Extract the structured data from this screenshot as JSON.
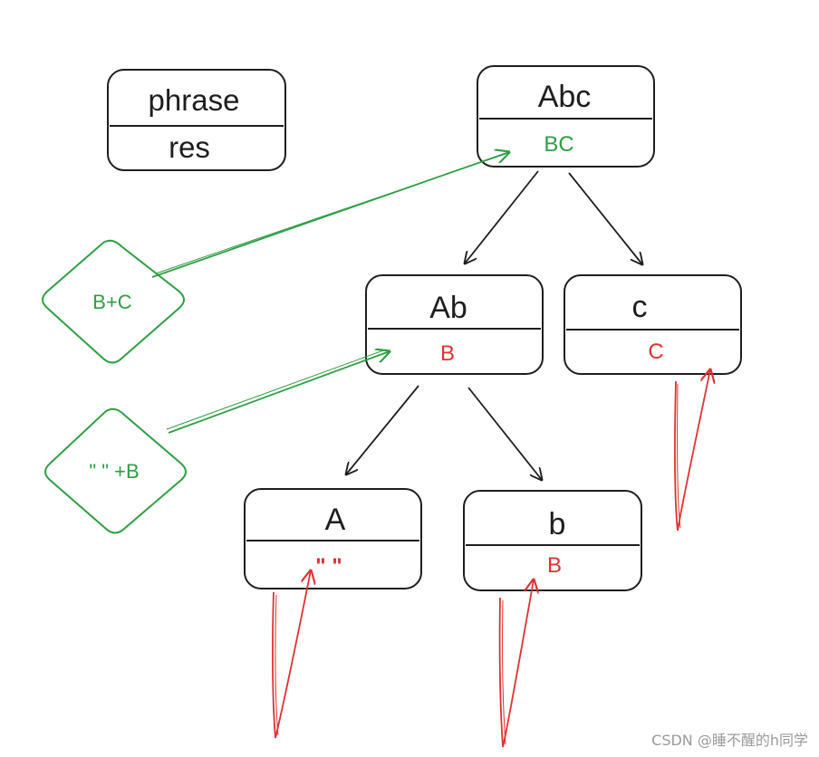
{
  "colors": {
    "ink": "#1e1e1e",
    "green": "#2f9e44",
    "red": "#e03131"
  },
  "legend": {
    "top": "phrase",
    "bottom": "res"
  },
  "nodes": {
    "abc": {
      "phrase": "Abc",
      "res": "BC",
      "res_color": "green"
    },
    "ab": {
      "phrase": "Ab",
      "res": "B",
      "res_color": "red"
    },
    "c": {
      "phrase": "c",
      "res": "C",
      "res_color": "red"
    },
    "a": {
      "phrase": "A",
      "res": "\" \"",
      "res_color": "red"
    },
    "b": {
      "phrase": "b",
      "res": "B",
      "res_color": "red"
    }
  },
  "operations": {
    "combine_bc": "B+C",
    "combine_b": "\" \" +B"
  },
  "watermark": "CSDN @睡不醒的h同学"
}
